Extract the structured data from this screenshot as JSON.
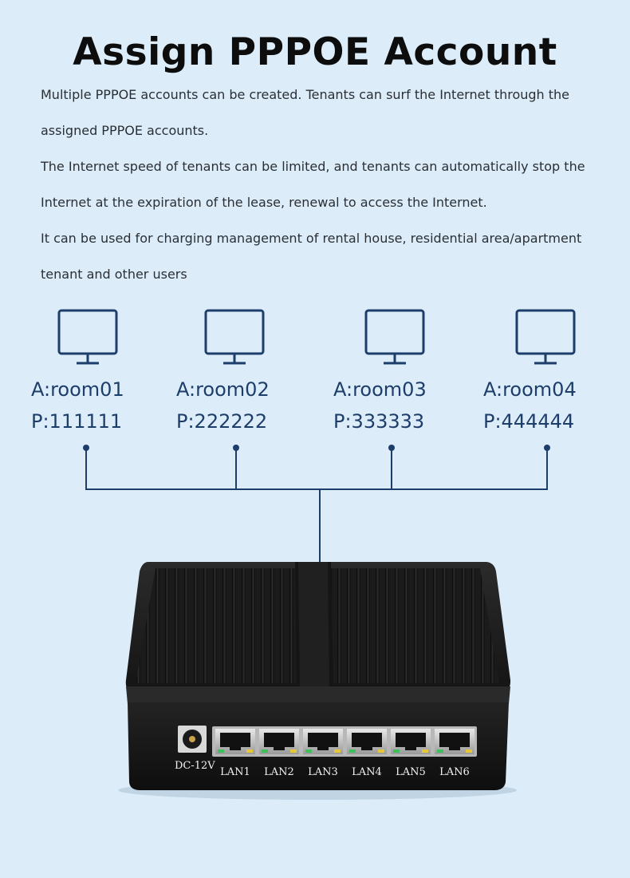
{
  "title": "Assign PPPOE Account",
  "paragraphs": [
    {
      "lines": [
        "Multiple PPPOE accounts can be created. Tenants can surf the Internet through the",
        "assigned PPPOE accounts."
      ]
    },
    {
      "lines": [
        "The Internet speed of tenants can be limited, and tenants can automatically stop the",
        "Internet at the expiration of the lease, renewal to access the Internet."
      ]
    },
    {
      "lines": [
        "It can be used for charging management of rental house, residential area/apartment",
        "tenant and other users"
      ]
    }
  ],
  "rooms": [
    {
      "account": "A:room01",
      "password": "P:111111"
    },
    {
      "account": "A:room02",
      "password": "P:222222"
    },
    {
      "account": "A:room03",
      "password": "P:333333"
    },
    {
      "account": "A:room04",
      "password": "P:444444"
    }
  ],
  "device": {
    "power_label": "DC-12V",
    "ports": [
      "LAN1",
      "LAN2",
      "LAN3",
      "LAN4",
      "LAN5",
      "LAN6"
    ]
  },
  "colors": {
    "background": "#dcedf9",
    "line": "#1d3d6b",
    "device_body": "#1a1a1a"
  },
  "icons": {
    "monitor": "monitor-icon",
    "power_jack": "power-jack-icon",
    "ethernet_port": "ethernet-port-icon"
  }
}
